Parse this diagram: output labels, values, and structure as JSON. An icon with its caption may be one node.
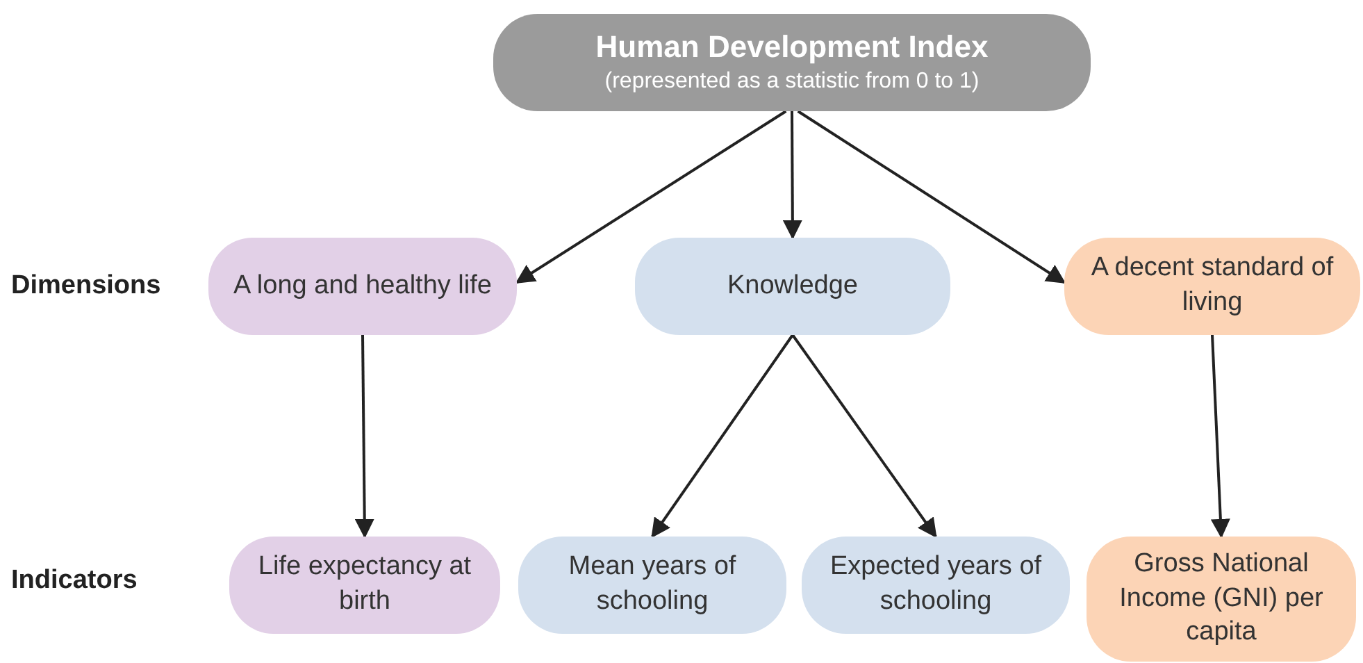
{
  "diagram": {
    "nodes": [
      {
        "text": [
          "Human Development Index",
          "(represented as a statistic from 0 to 1)"
        ]
      },
      {
        "text": [
          "A long and healthy life"
        ]
      },
      {
        "text": [
          "Knowledge"
        ]
      },
      {
        "text": [
          "A decent standard of living"
        ]
      },
      {
        "text": [
          "Life expectancy at birth"
        ]
      },
      {
        "text": [
          "Mean years of schooling"
        ]
      },
      {
        "text": [
          "Expected years of schooling"
        ]
      },
      {
        "text": [
          "Gross National Income (GNI) per capita"
        ]
      }
    ],
    "edges": [
      {
        "from": 0,
        "to": 1,
        "arrow": "to"
      },
      {
        "from": 0,
        "to": 2,
        "arrow": "to"
      },
      {
        "from": 0,
        "to": 3,
        "arrow": "to"
      },
      {
        "from": 1,
        "to": 4,
        "arrow": "to"
      },
      {
        "from": 2,
        "to": 5,
        "arrow": "to"
      },
      {
        "from": 2,
        "to": 6,
        "arrow": "to"
      },
      {
        "from": 3,
        "to": 7,
        "arrow": "to"
      }
    ],
    "labels": [
      "Dimensions",
      "Indicators"
    ]
  }
}
